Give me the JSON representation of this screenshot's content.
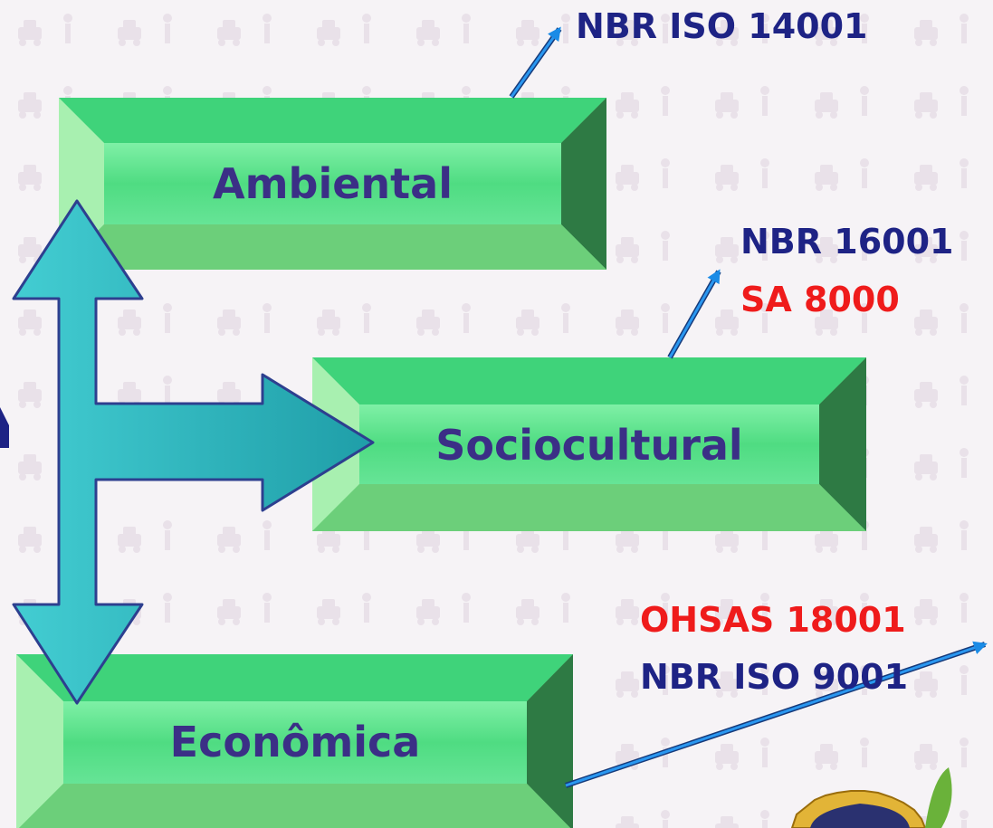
{
  "colors": {
    "label_text": "#3b2f86",
    "standard_blue": "#1e2385",
    "standard_red": "#ef1b1b",
    "box_face": "#5fe08a",
    "arrow_fill": "#2fb7bf"
  },
  "boxes": {
    "ambiental": {
      "label": "Ambiental"
    },
    "sociocultural": {
      "label": "Sociocultural"
    },
    "economica": {
      "label": "Econômica"
    }
  },
  "standards": {
    "ambiental": [
      "NBR ISO 14001"
    ],
    "sociocultural_blue": "NBR 16001",
    "sociocultural_red": "SA 8000",
    "economica_red": "OHSAS 18001",
    "economica_blue": "NBR ISO 9001"
  }
}
